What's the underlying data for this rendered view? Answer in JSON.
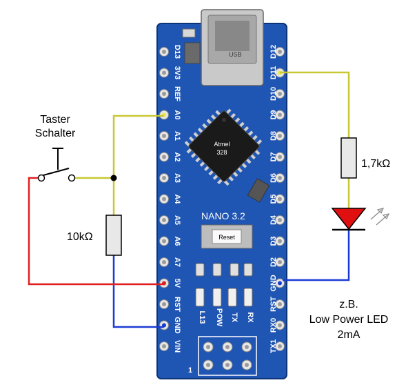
{
  "labels": {
    "switch_line1": "Taster",
    "switch_line2": "Schalter",
    "resistor_10k": "10kΩ",
    "resistor_17k": "1,7kΩ",
    "led_line1": "z.B.",
    "led_line2": "Low Power LED",
    "led_line3": "2mA"
  },
  "board": {
    "name": "NANO 3.2",
    "chip_brand": "Atmel",
    "chip_model": "328",
    "reset_label": "Reset",
    "usb_label": "USB",
    "led_labels": [
      "L13",
      "POW",
      "TX",
      "RX"
    ],
    "pin1_label": "1",
    "left_pins": [
      "D13",
      "3V3",
      "REF",
      "A0",
      "A1",
      "A2",
      "A3",
      "A4",
      "A5",
      "A6",
      "A7",
      "5V",
      "RST",
      "GND",
      "VIN"
    ],
    "right_pins": [
      "D12",
      "D11",
      "D10",
      "D9",
      "D8",
      "D7",
      "D6",
      "D5",
      "D4",
      "D3",
      "D2",
      "GND",
      "RST",
      "RX0",
      "TX1"
    ]
  },
  "colors": {
    "board": "#1f55b3",
    "wire_signal": "#c8c832",
    "wire_5v": "#e02020",
    "wire_gnd": "#1a3ad6",
    "led": "#e01010",
    "resistor": "#e8e8e8"
  }
}
